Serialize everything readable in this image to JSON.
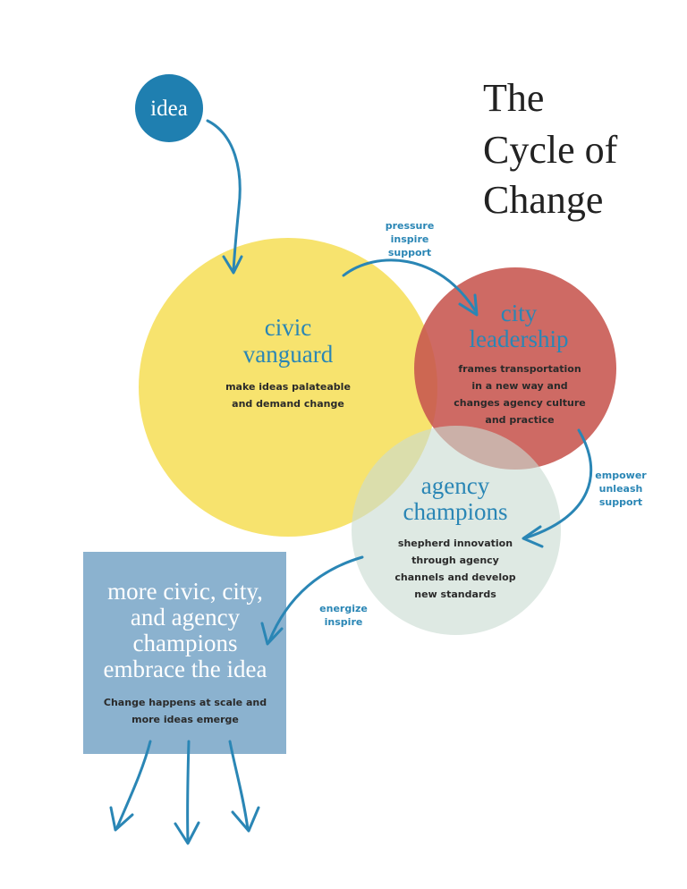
{
  "title": [
    "The",
    "Cycle of",
    "Change"
  ],
  "colors": {
    "idea": "#1f7fb0",
    "civic": "#f6df5a",
    "city": "#c7554f",
    "agency": "#dbe6e0",
    "box": "#8bb2cf",
    "arrow": "#2a86b5",
    "accent_text": "#2a86b5"
  },
  "nodes": {
    "idea": {
      "label": "idea"
    },
    "civic": {
      "label": [
        "civic",
        "vanguard"
      ],
      "desc": [
        "make ideas palateable",
        "and demand change"
      ]
    },
    "city": {
      "label": [
        "city",
        "leadership"
      ],
      "desc": [
        "frames transportation",
        "in a new way and",
        "changes agency culture",
        "and practice"
      ]
    },
    "agency": {
      "label": [
        "agency",
        "champions"
      ],
      "desc": [
        "shepherd innovation",
        "through agency",
        "channels and develop",
        "new standards"
      ]
    },
    "scale": {
      "label": [
        "more civic, city,",
        "and agency",
        "champions",
        "embrace the idea"
      ],
      "desc": [
        "Change happens at scale and",
        "more ideas emerge"
      ]
    }
  },
  "arrow_labels": {
    "civic_to_city": [
      "pressure",
      "inspire",
      "support"
    ],
    "city_to_agency": [
      "empower",
      "unleash",
      "support"
    ],
    "agency_to_scale": [
      "energize",
      "inspire"
    ]
  }
}
